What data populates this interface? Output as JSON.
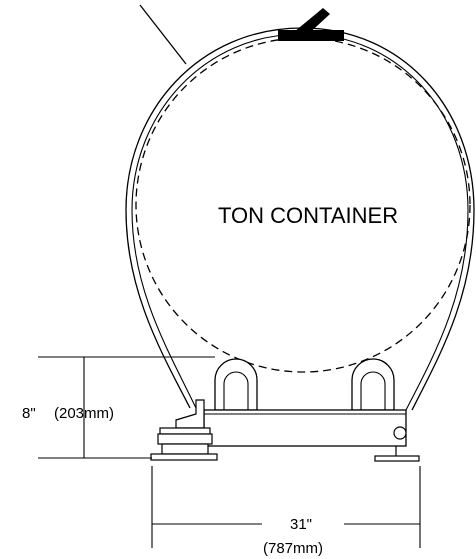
{
  "diagram": {
    "container_label": "TON CONTAINER",
    "height_dimension": {
      "imperial": "8\"",
      "metric": "(203mm)"
    },
    "width_dimension": {
      "imperial": "31\"",
      "metric": "(787mm)"
    },
    "colors": {
      "line": "#000000",
      "background": "#ffffff"
    }
  }
}
